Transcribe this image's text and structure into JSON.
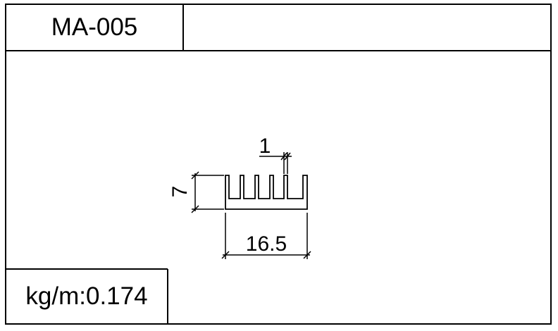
{
  "header": {
    "profile_code": "MA-005"
  },
  "footer": {
    "weight_label": "kg/m:0.174"
  },
  "drawing": {
    "dimensions": {
      "width": "16.5",
      "height": "7",
      "fin_thickness": "1"
    }
  }
}
